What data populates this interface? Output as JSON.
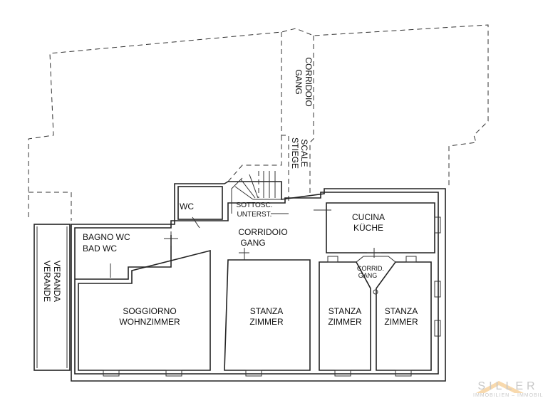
{
  "rooms": {
    "corridoio_top": [
      "CORRIDOIO",
      "GANG"
    ],
    "scale": [
      "SCALE",
      "STIEGE"
    ],
    "sottoscala": [
      "SOTTOSC.",
      "UNTERST."
    ],
    "wc": "WC",
    "cucina": [
      "CUCINA",
      "KÜCHE"
    ],
    "bagno": [
      "BAGNO WC",
      "BAD WC"
    ],
    "corridoio": [
      "CORRIDOIO",
      "GANG"
    ],
    "corridoio_small": [
      "CORRID.",
      "GANG"
    ],
    "veranda": [
      "VERANDA",
      "VERANDE"
    ],
    "soggiorno": [
      "SOGGIORNO",
      "WOHNZIMMER"
    ],
    "stanza1": [
      "STANZA",
      "ZIMMER"
    ],
    "stanza2": [
      "STANZA",
      "ZIMMER"
    ],
    "stanza3": [
      "STANZA",
      "ZIMMER"
    ]
  },
  "logo": {
    "name": "SILLER",
    "subtitle": "IMMOBILIEN – IMMOBILI",
    "color": "#f5c98a"
  }
}
